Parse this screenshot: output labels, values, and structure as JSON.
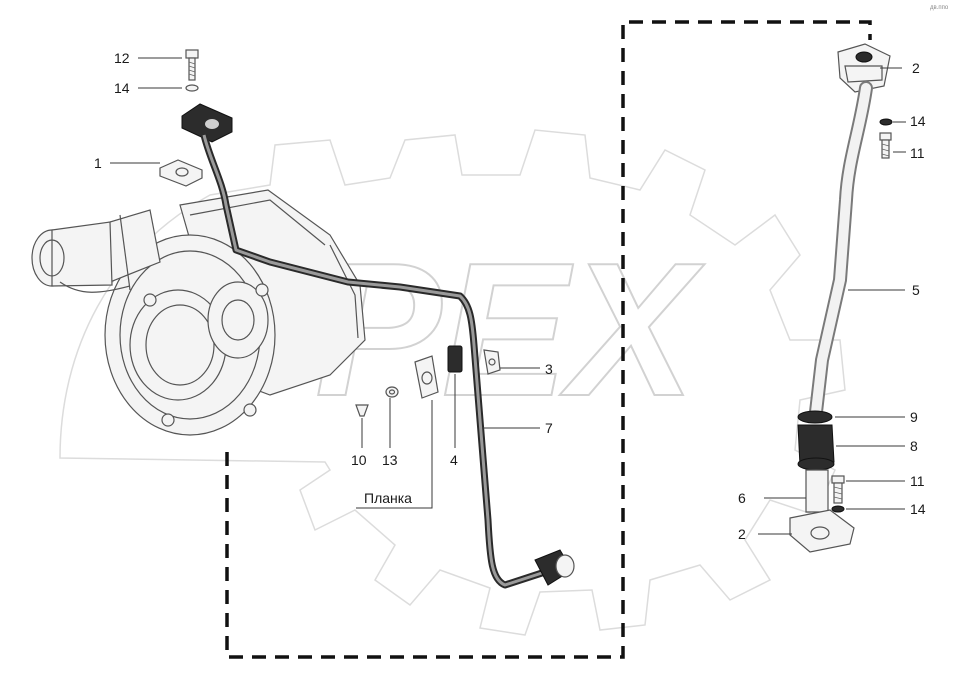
{
  "diagram": {
    "watermark_text": "PEX",
    "corner_mark": "дв.ппо",
    "callouts": [
      {
        "id": "c12-top",
        "text": "12"
      },
      {
        "id": "c14-top",
        "text": "14"
      },
      {
        "id": "c1",
        "text": "1"
      },
      {
        "id": "c2-top",
        "text": "2"
      },
      {
        "id": "c14-right-top",
        "text": "14"
      },
      {
        "id": "c11-right-top",
        "text": "11"
      },
      {
        "id": "c5",
        "text": "5"
      },
      {
        "id": "c3",
        "text": "3"
      },
      {
        "id": "c7",
        "text": "7"
      },
      {
        "id": "c10",
        "text": "10"
      },
      {
        "id": "c13",
        "text": "13"
      },
      {
        "id": "c4",
        "text": "4"
      },
      {
        "id": "c-planka",
        "text": "Планка"
      },
      {
        "id": "c9",
        "text": "9"
      },
      {
        "id": "c8",
        "text": "8"
      },
      {
        "id": "c11-right-bottom",
        "text": "11"
      },
      {
        "id": "c6",
        "text": "6"
      },
      {
        "id": "c14-right-bottom",
        "text": "14"
      },
      {
        "id": "c2-bottom",
        "text": "2"
      }
    ]
  }
}
